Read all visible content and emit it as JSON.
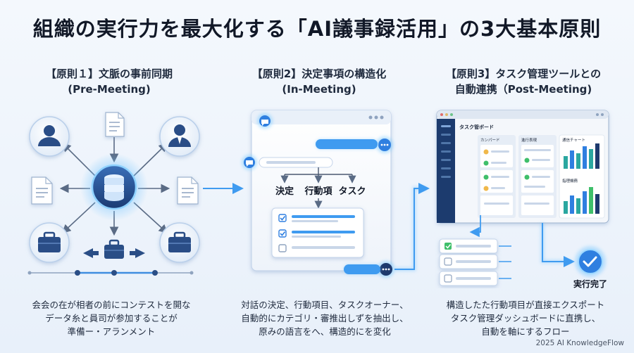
{
  "title": "組織の実行力を最大化する「AI議事録活用」の3大基本原則",
  "principles": [
    {
      "heading_line1": "【原則１】文脈の事前同期",
      "heading_line2": "(Pre-Meeting)",
      "desc_line1": "会会の在が相者の前にコンテストを開な",
      "desc_line2": "データ糸と員司が参加することが",
      "desc_line3": "準備ー・アランメント"
    },
    {
      "heading_line1": "【原則2】決定事項の構造化",
      "heading_line2": "(In-Meeting)",
      "desc_line1": "対話の決定、行動項目、タスクオーナー、",
      "desc_line2": "自動的にカテゴリ・審推出しずを抽出し、",
      "desc_line3": "原みの語言をへ、構造的にを変化"
    },
    {
      "heading_line1": "【原則3】タスク管理ツールとの",
      "heading_line2": "自動連携（Post-Meeting)",
      "desc_line1": "構造したた行動項目が直接エクスポート",
      "desc_line2": "タスク管理ダッシュボードに直携し、",
      "desc_line3": "自動を軸にするフロー"
    }
  ],
  "categories": [
    "決定",
    "行動項",
    "タスク"
  ],
  "dashboard": {
    "title": "タスク管ボード",
    "columns": [
      "カンパード",
      "進行表現",
      "通信チャート"
    ],
    "sub_label": "指理機務"
  },
  "completion_label": "実行完了",
  "footer": "2025 AI KnowledgeFlow",
  "colors": {
    "accent": "#2f7fe0",
    "glow": "#6bc4ff",
    "navy": "#1e3a6e",
    "green": "#3fbf6a",
    "teal": "#2aa7a0"
  }
}
